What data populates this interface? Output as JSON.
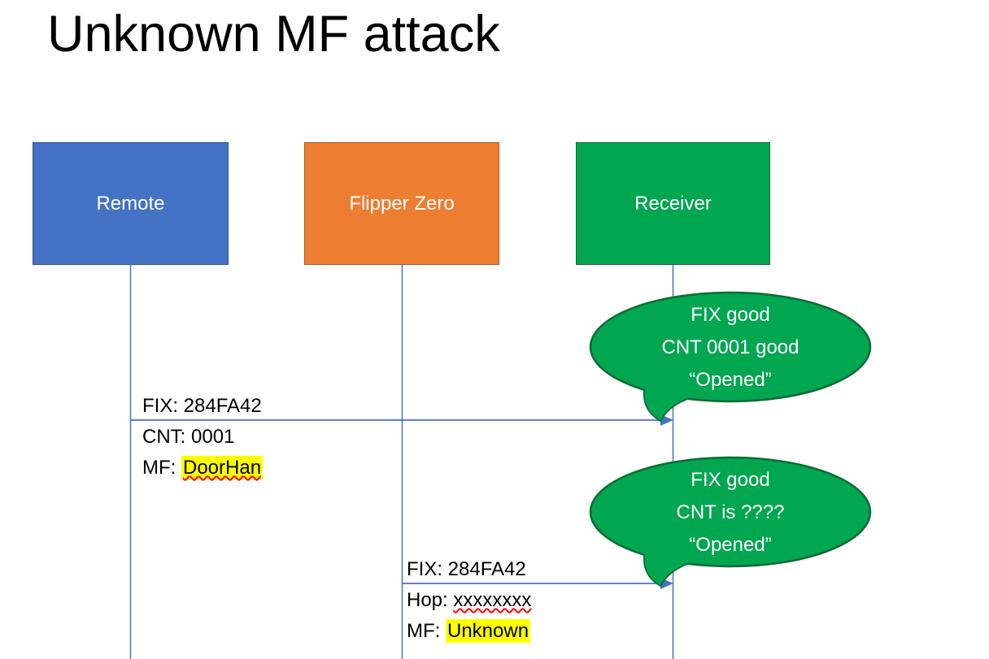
{
  "title": "Unknown MF attack",
  "colors": {
    "actor_remote": "#4472C4",
    "actor_remote_border": "#2F528F",
    "actor_flipper": "#ED7D31",
    "actor_flipper_border": "#AE5A21",
    "actor_receiver": "#00A650",
    "actor_receiver_border": "#0E6B35",
    "line": "#4472C4",
    "bubble_fill": "#00A650",
    "bubble_border": "#0E6B35",
    "highlight": "#FFFF00",
    "underline": "#FF0000"
  },
  "actors": [
    {
      "label": "Remote"
    },
    {
      "label": "Flipper Zero"
    },
    {
      "label": "Receiver"
    }
  ],
  "messages": [
    {
      "from": "Remote",
      "to": "Receiver",
      "fields": [
        {
          "prefix": "FIX: ",
          "value": "284FA42"
        },
        {
          "prefix": "CNT: ",
          "value": "0001"
        },
        {
          "prefix": "MF: ",
          "value": "DoorHan"
        }
      ]
    },
    {
      "from": "Flipper Zero",
      "to": "Receiver",
      "fields": [
        {
          "prefix": "FIX: ",
          "value": "284FA42"
        },
        {
          "prefix": "Hop: ",
          "value": "xxxxxxxx"
        },
        {
          "prefix": "MF: ",
          "value": "Unknown"
        }
      ]
    }
  ],
  "bubbles": [
    {
      "lines": [
        "FIX good",
        "CNT 0001 good",
        "“Opened”"
      ]
    },
    {
      "lines": [
        "FIX good",
        "CNT is ????",
        "“Opened”"
      ]
    }
  ]
}
